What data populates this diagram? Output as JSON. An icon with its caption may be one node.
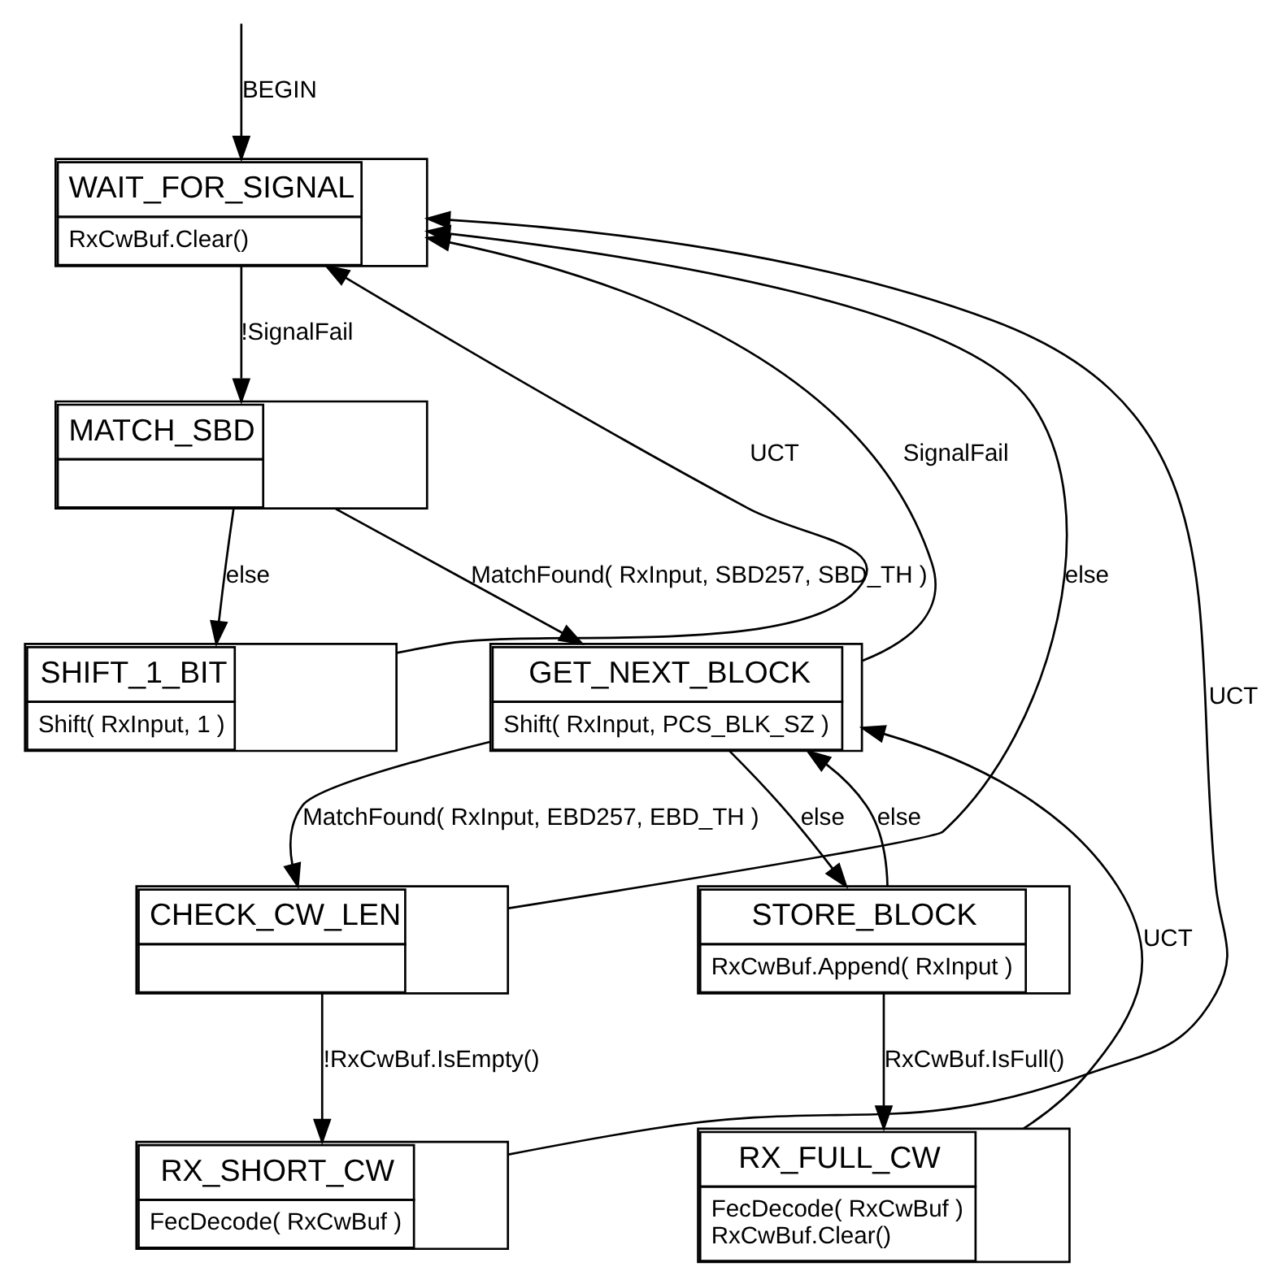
{
  "diagram": {
    "nodes": [
      {
        "text": [
          "WAIT_FOR_SIGNAL",
          "RxCwBuf.Clear()"
        ]
      },
      {
        "text": [
          "MATCH_SBD"
        ]
      },
      {
        "text": [
          "SHIFT_1_BIT",
          "Shift( RxInput, 1 )"
        ]
      },
      {
        "text": [
          "GET_NEXT_BLOCK",
          "Shift( RxInput, PCS_BLK_SZ )"
        ]
      },
      {
        "text": [
          "CHECK_CW_LEN"
        ]
      },
      {
        "text": [
          "STORE_BLOCK",
          "RxCwBuf.Append( RxInput )"
        ]
      },
      {
        "text": [
          "RX_SHORT_CW",
          "FecDecode( RxCwBuf )"
        ]
      },
      {
        "text": [
          "RX_FULL_CW",
          "FecDecode( RxCwBuf )",
          "RxCwBuf.Clear()"
        ]
      }
    ],
    "edges": [
      {
        "from": null,
        "to": 0,
        "arrow": "to",
        "label": "BEGIN"
      },
      {
        "from": 0,
        "to": 1,
        "arrow": "to",
        "label": "!SignalFail"
      },
      {
        "from": 1,
        "to": 2,
        "arrow": "to",
        "label": "else"
      },
      {
        "from": 2,
        "to": 0,
        "arrow": "to",
        "label": "UCT"
      },
      {
        "from": 1,
        "to": 3,
        "arrow": "to",
        "label": "MatchFound( RxInput, SBD257, SBD_TH )"
      },
      {
        "from": 3,
        "to": 0,
        "arrow": "to",
        "label": "SignalFail"
      },
      {
        "from": 3,
        "to": 4,
        "arrow": "to",
        "label": "MatchFound( RxInput, EBD257, EBD_TH )"
      },
      {
        "from": 3,
        "to": 5,
        "arrow": "to",
        "label": "else"
      },
      {
        "from": 4,
        "to": 0,
        "arrow": "to",
        "label": "else"
      },
      {
        "from": 4,
        "to": 6,
        "arrow": "to",
        "label": "!RxCwBuf.IsEmpty()"
      },
      {
        "from": 6,
        "to": 0,
        "arrow": "to",
        "label": "UCT"
      },
      {
        "from": 5,
        "to": 3,
        "arrow": "to",
        "label": "else"
      },
      {
        "from": 5,
        "to": 7,
        "arrow": "to",
        "label": "RxCwBuf.IsFull()"
      },
      {
        "from": 7,
        "to": 3,
        "arrow": "to",
        "label": "UCT"
      }
    ]
  }
}
